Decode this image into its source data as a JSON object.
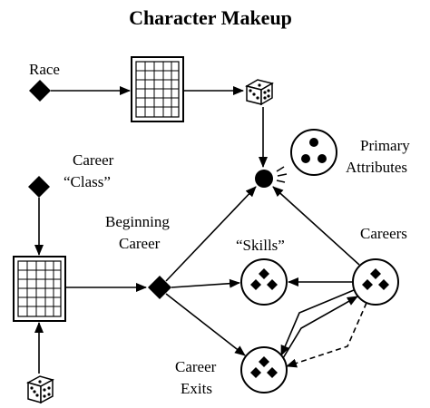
{
  "title": "Character Makeup",
  "labels": {
    "race": "Race",
    "career_class_line1": "Career",
    "career_class_line2": "“Class”",
    "beginning_career_line1": "Beginning",
    "beginning_career_line2": "Career",
    "skills": "“Skills”",
    "careers": "Careers",
    "primary_attributes_line1": "Primary",
    "primary_attributes_line2": "Attributes",
    "career_exits_line1": "Career",
    "career_exits_line2": "Exits"
  },
  "colors": {
    "ink": "#000000",
    "background": "#ffffff"
  },
  "icons": {
    "decision": "diamond-icon",
    "table": "table-grid-icon",
    "roll": "dice-icon",
    "pool": "dot-circle-icon",
    "merge": "filled-circle-icon"
  }
}
